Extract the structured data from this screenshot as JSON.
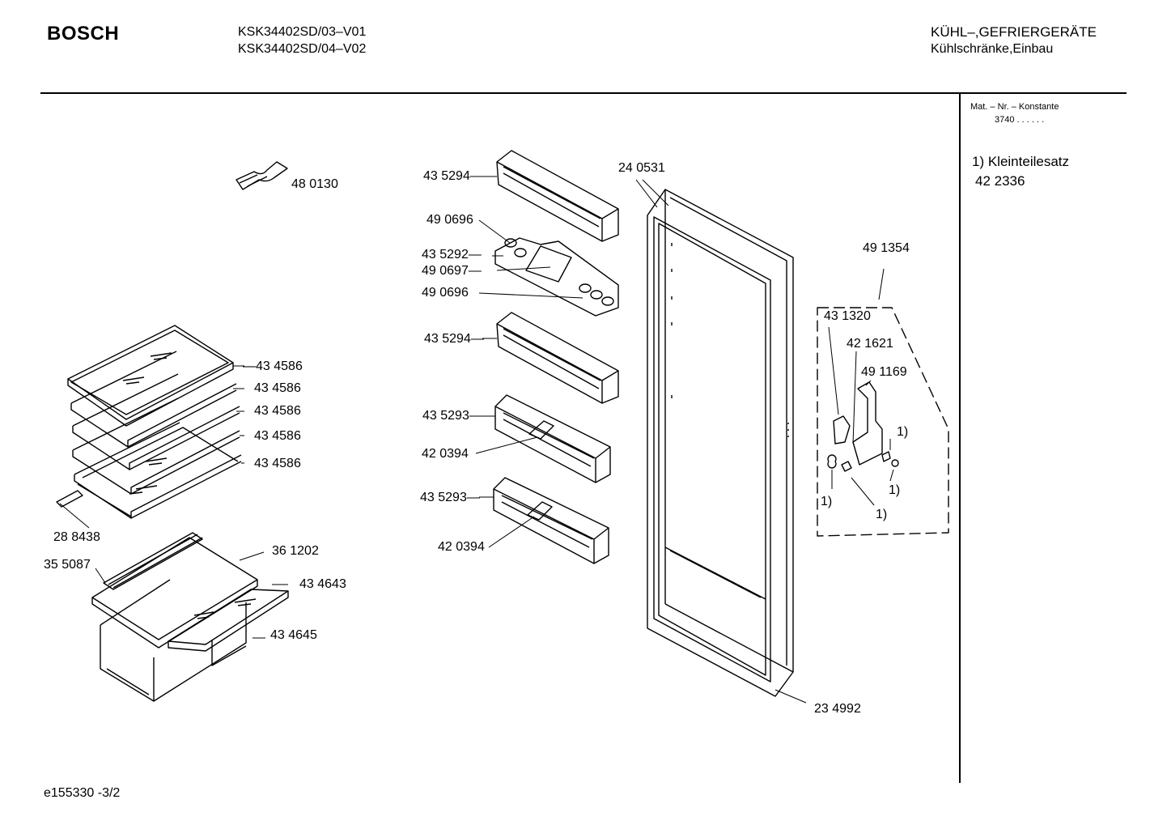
{
  "header": {
    "brand": "BOSCH",
    "model_1": "KSK34402SD/03–V01",
    "model_2": "KSK34402SD/04–V02",
    "category_1": "KÜHL–,GEFRIERGERÄTE",
    "category_2": "Kühlschränke,Einbau"
  },
  "sidebar": {
    "mat_label": "Mat. – Nr. – Konstante",
    "mat_value": "3740  .  .  .  .  .  .",
    "kit_label": "1) Kleinteilesatz",
    "kit_number": "42 2336"
  },
  "footer": {
    "doc_id": "e155330 -3/2"
  },
  "parts": {
    "p480130": "48 0130",
    "p434586": "43 4586",
    "p288438": "28 8438",
    "p361202": "36 1202",
    "p355087": "35 5087",
    "p434643": "43 4643",
    "p434645": "43 4645",
    "p435294": "43 5294—",
    "p490696": "49 0696",
    "p435292": "43 5292—",
    "p490697": "49 0697—",
    "p435293": "43 5293—",
    "p420394": "42 0394",
    "p240531": "24 0531",
    "p234992": "23 4992",
    "p491354": "49 1354",
    "p431320": "43 1320",
    "p421621": "42 1621",
    "p491169": "49 1169",
    "note1": "1)"
  }
}
